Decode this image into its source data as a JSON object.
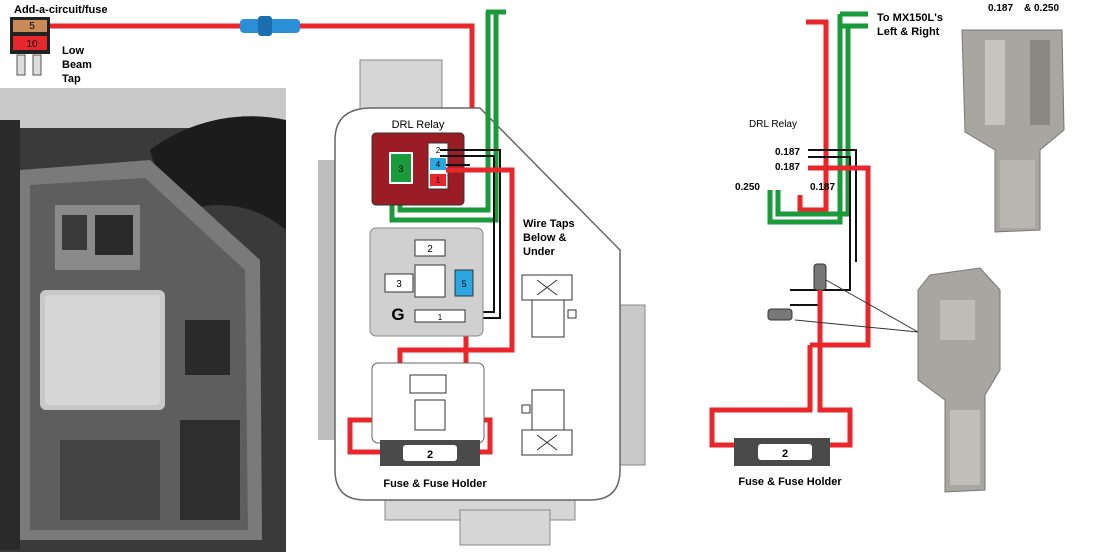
{
  "labels": {
    "add_a_circuit": "Add-a-circuit/fuse",
    "fuse_top_value": "5",
    "fuse_bottom_value": "10",
    "low_beam_tap_line1": "Low",
    "low_beam_tap_line2": "Beam",
    "low_beam_tap_line3": "Tap",
    "drl_relay_left": "DRL Relay",
    "drl_relay_right": "DRL Relay",
    "wire_taps_line1": "Wire Taps",
    "wire_taps_line2": "Below &",
    "wire_taps_line3": "Under",
    "relay_pin_1": "1",
    "relay_pin_2": "2",
    "relay_pin_3": "3",
    "relay_pin_4": "4",
    "socket_2": "2",
    "socket_3": "3",
    "socket_5": "5",
    "socket_1": "1",
    "ground_label": "G",
    "fuse_left_value": "2",
    "fuse_right_value": "2",
    "fuse_holder_left": "Fuse & Fuse Holder",
    "fuse_holder_right": "Fuse & Fuse Holder",
    "to_mx150l_line1": "To MX150L's",
    "to_mx150l_line2": "Left & Right",
    "size_0187_a": "0.187",
    "size_0187_b": "0.187",
    "size_0187_c": "0.187",
    "size_0250": "0.250",
    "terminal_sizes_left": "0.187",
    "terminal_sizes_right": "& 0.250"
  },
  "colors": {
    "wire_red": "#e8262b",
    "wire_green": "#1a9a3a",
    "wire_black": "#111111",
    "relay_red": "#9b1c24",
    "pin_blue": "#2aa6e0",
    "fuse_dark": "#4a4a4a",
    "housing_grey": "#d9d9d9",
    "photo_dark": "#2a2a2a",
    "terminal_metal": "#a8a6a0"
  }
}
